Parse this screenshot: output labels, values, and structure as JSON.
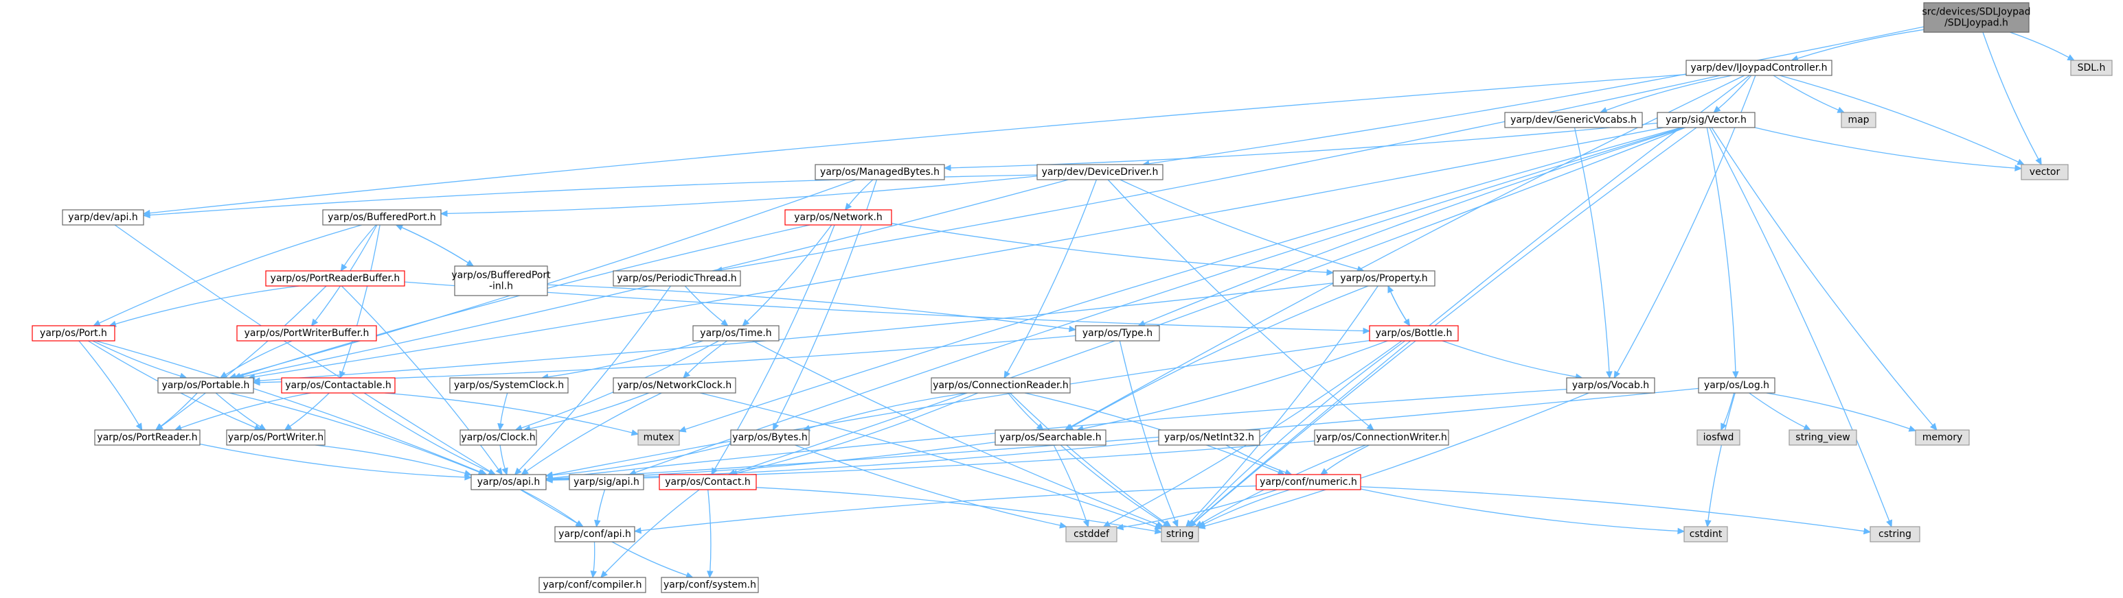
{
  "colors": {
    "edge": "#63b8ff",
    "node_fill": "#ffffff",
    "node_border": "#666666",
    "highlight_border": "#ff0000",
    "system_fill": "#e0e0e0",
    "system_border": "#999999",
    "root_fill": "#999999",
    "root_border": "#666666"
  },
  "nodes": [
    {
      "id": "root",
      "lines": [
        "src/devices/SDLJoypad",
        "/SDLJoypad.h"
      ],
      "kind": "root"
    },
    {
      "id": "ijoypad",
      "lines": [
        "yarp/dev/IJoypadController.h"
      ],
      "kind": "normal"
    },
    {
      "id": "sdl",
      "lines": [
        "SDL.h"
      ],
      "kind": "system"
    },
    {
      "id": "genericvocabs",
      "lines": [
        "yarp/dev/GenericVocabs.h"
      ],
      "kind": "normal"
    },
    {
      "id": "sigvector",
      "lines": [
        "yarp/sig/Vector.h"
      ],
      "kind": "normal"
    },
    {
      "id": "map",
      "lines": [
        "map"
      ],
      "kind": "system"
    },
    {
      "id": "vector",
      "lines": [
        "vector"
      ],
      "kind": "system"
    },
    {
      "id": "managedbytes",
      "lines": [
        "yarp/os/ManagedBytes.h"
      ],
      "kind": "normal"
    },
    {
      "id": "devicedriver",
      "lines": [
        "yarp/dev/DeviceDriver.h"
      ],
      "kind": "normal"
    },
    {
      "id": "devapi",
      "lines": [
        "yarp/dev/api.h"
      ],
      "kind": "normal"
    },
    {
      "id": "bufferedport",
      "lines": [
        "yarp/os/BufferedPort.h"
      ],
      "kind": "normal"
    },
    {
      "id": "network",
      "lines": [
        "yarp/os/Network.h"
      ],
      "kind": "highlight"
    },
    {
      "id": "bufferedportinl",
      "lines": [
        "yarp/os/BufferedPort",
        "-inl.h"
      ],
      "kind": "normal"
    },
    {
      "id": "portreaderbuffer",
      "lines": [
        "yarp/os/PortReaderBuffer.h"
      ],
      "kind": "highlight"
    },
    {
      "id": "periodicthread",
      "lines": [
        "yarp/os/PeriodicThread.h"
      ],
      "kind": "normal"
    },
    {
      "id": "property",
      "lines": [
        "yarp/os/Property.h"
      ],
      "kind": "normal"
    },
    {
      "id": "port",
      "lines": [
        "yarp/os/Port.h"
      ],
      "kind": "highlight"
    },
    {
      "id": "portwriterbuffer",
      "lines": [
        "yarp/os/PortWriterBuffer.h"
      ],
      "kind": "highlight"
    },
    {
      "id": "time",
      "lines": [
        "yarp/os/Time.h"
      ],
      "kind": "normal"
    },
    {
      "id": "type",
      "lines": [
        "yarp/os/Type.h"
      ],
      "kind": "normal"
    },
    {
      "id": "bottle",
      "lines": [
        "yarp/os/Bottle.h"
      ],
      "kind": "highlight"
    },
    {
      "id": "portable",
      "lines": [
        "yarp/os/Portable.h"
      ],
      "kind": "normal"
    },
    {
      "id": "contactable",
      "lines": [
        "yarp/os/Contactable.h"
      ],
      "kind": "highlight"
    },
    {
      "id": "systemclock",
      "lines": [
        "yarp/os/SystemClock.h"
      ],
      "kind": "normal"
    },
    {
      "id": "networkclock",
      "lines": [
        "yarp/os/NetworkClock.h"
      ],
      "kind": "normal"
    },
    {
      "id": "connectionreader",
      "lines": [
        "yarp/os/ConnectionReader.h"
      ],
      "kind": "normal"
    },
    {
      "id": "vocab",
      "lines": [
        "yarp/os/Vocab.h"
      ],
      "kind": "normal"
    },
    {
      "id": "log",
      "lines": [
        "yarp/os/Log.h"
      ],
      "kind": "normal"
    },
    {
      "id": "portreader",
      "lines": [
        "yarp/os/PortReader.h"
      ],
      "kind": "normal"
    },
    {
      "id": "portwriter",
      "lines": [
        "yarp/os/PortWriter.h"
      ],
      "kind": "normal"
    },
    {
      "id": "clock",
      "lines": [
        "yarp/os/Clock.h"
      ],
      "kind": "normal"
    },
    {
      "id": "mutex",
      "lines": [
        "mutex"
      ],
      "kind": "system"
    },
    {
      "id": "bytes",
      "lines": [
        "yarp/os/Bytes.h"
      ],
      "kind": "normal"
    },
    {
      "id": "searchable",
      "lines": [
        "yarp/os/Searchable.h"
      ],
      "kind": "normal"
    },
    {
      "id": "netint32",
      "lines": [
        "yarp/os/NetInt32.h"
      ],
      "kind": "normal"
    },
    {
      "id": "connectionwriter",
      "lines": [
        "yarp/os/ConnectionWriter.h"
      ],
      "kind": "normal"
    },
    {
      "id": "iosfwd",
      "lines": [
        "iosfwd"
      ],
      "kind": "system"
    },
    {
      "id": "string_view",
      "lines": [
        "string_view"
      ],
      "kind": "system"
    },
    {
      "id": "memory",
      "lines": [
        "memory"
      ],
      "kind": "system"
    },
    {
      "id": "osapi",
      "lines": [
        "yarp/os/api.h"
      ],
      "kind": "normal"
    },
    {
      "id": "sigapi",
      "lines": [
        "yarp/sig/api.h"
      ],
      "kind": "normal"
    },
    {
      "id": "contact",
      "lines": [
        "yarp/os/Contact.h"
      ],
      "kind": "highlight"
    },
    {
      "id": "numeric",
      "lines": [
        "yarp/conf/numeric.h"
      ],
      "kind": "highlight"
    },
    {
      "id": "confapi",
      "lines": [
        "yarp/conf/api.h"
      ],
      "kind": "normal"
    },
    {
      "id": "cstddef",
      "lines": [
        "cstddef"
      ],
      "kind": "system"
    },
    {
      "id": "string",
      "lines": [
        "string"
      ],
      "kind": "system"
    },
    {
      "id": "cstdint",
      "lines": [
        "cstdint"
      ],
      "kind": "system"
    },
    {
      "id": "cstring",
      "lines": [
        "cstring"
      ],
      "kind": "system"
    },
    {
      "id": "compiler",
      "lines": [
        "yarp/conf/compiler.h"
      ],
      "kind": "normal"
    },
    {
      "id": "system",
      "lines": [
        "yarp/conf/system.h"
      ],
      "kind": "normal"
    }
  ],
  "edges": [
    [
      "root",
      "ijoypad"
    ],
    [
      "root",
      "sdl"
    ],
    [
      "root",
      "vector"
    ],
    [
      "root",
      "devicedriver"
    ],
    [
      "ijoypad",
      "genericvocabs"
    ],
    [
      "ijoypad",
      "sigvector"
    ],
    [
      "ijoypad",
      "map"
    ],
    [
      "ijoypad",
      "vector"
    ],
    [
      "ijoypad",
      "devapi"
    ],
    [
      "ijoypad",
      "vocab"
    ],
    [
      "ijoypad",
      "string"
    ],
    [
      "ijoypad",
      "periodicthread"
    ],
    [
      "ijoypad",
      "searchable"
    ],
    [
      "genericvocabs",
      "vocab"
    ],
    [
      "sigvector",
      "vector"
    ],
    [
      "sigvector",
      "managedbytes"
    ],
    [
      "sigvector",
      "type"
    ],
    [
      "sigvector",
      "log"
    ],
    [
      "sigvector",
      "memory"
    ],
    [
      "sigvector",
      "cstring"
    ],
    [
      "sigvector",
      "string"
    ],
    [
      "sigvector",
      "portable"
    ],
    [
      "sigvector",
      "sigapi"
    ],
    [
      "sigvector",
      "contact"
    ],
    [
      "sigvector",
      "mutex"
    ],
    [
      "managedbytes",
      "bytes"
    ],
    [
      "managedbytes",
      "network"
    ],
    [
      "managedbytes",
      "portable"
    ],
    [
      "devicedriver",
      "devapi"
    ],
    [
      "devicedriver",
      "bufferedport"
    ],
    [
      "devicedriver",
      "property"
    ],
    [
      "devicedriver",
      "connectionreader"
    ],
    [
      "devicedriver",
      "connectionwriter"
    ],
    [
      "devicedriver",
      "portable"
    ],
    [
      "devapi",
      "confapi"
    ],
    [
      "bufferedport",
      "bufferedportinl"
    ],
    [
      "bufferedport",
      "portreaderbuffer"
    ],
    [
      "bufferedport",
      "portwriterbuffer"
    ],
    [
      "bufferedport",
      "port"
    ],
    [
      "bufferedport",
      "contactable"
    ],
    [
      "bufferedportinl",
      "bufferedport"
    ],
    [
      "bufferedportinl",
      "type"
    ],
    [
      "network",
      "property"
    ],
    [
      "network",
      "time"
    ],
    [
      "network",
      "portable"
    ],
    [
      "network",
      "contact"
    ],
    [
      "portreaderbuffer",
      "port"
    ],
    [
      "portreaderbuffer",
      "portreader"
    ],
    [
      "portreaderbuffer",
      "bottle"
    ],
    [
      "portreaderbuffer",
      "osapi"
    ],
    [
      "periodicthread",
      "time"
    ],
    [
      "periodicthread",
      "osapi"
    ],
    [
      "property",
      "bottle"
    ],
    [
      "property",
      "portable"
    ],
    [
      "property",
      "searchable"
    ],
    [
      "property",
      "string"
    ],
    [
      "port",
      "portable"
    ],
    [
      "port",
      "portreader"
    ],
    [
      "port",
      "portwriter"
    ],
    [
      "port",
      "osapi"
    ],
    [
      "portwriterbuffer",
      "portable"
    ],
    [
      "time",
      "systemclock"
    ],
    [
      "time",
      "networkclock"
    ],
    [
      "time",
      "clock"
    ],
    [
      "time",
      "string"
    ],
    [
      "type",
      "portable"
    ],
    [
      "type",
      "string"
    ],
    [
      "bottle",
      "property"
    ],
    [
      "bottle",
      "vocab"
    ],
    [
      "bottle",
      "searchable"
    ],
    [
      "bottle",
      "string"
    ],
    [
      "bottle",
      "cstddef"
    ],
    [
      "bottle",
      "osapi"
    ],
    [
      "portable",
      "portreader"
    ],
    [
      "portable",
      "portwriter"
    ],
    [
      "portable",
      "osapi"
    ],
    [
      "contactable",
      "portreader"
    ],
    [
      "contactable",
      "portwriter"
    ],
    [
      "contactable",
      "osapi"
    ],
    [
      "contactable",
      "mutex"
    ],
    [
      "systemclock",
      "clock"
    ],
    [
      "networkclock",
      "clock"
    ],
    [
      "networkclock",
      "osapi"
    ],
    [
      "networkclock",
      "string"
    ],
    [
      "connectionreader",
      "bytes"
    ],
    [
      "connectionreader",
      "contact"
    ],
    [
      "connectionreader",
      "searchable"
    ],
    [
      "connectionreader",
      "numeric"
    ],
    [
      "connectionreader",
      "string"
    ],
    [
      "vocab",
      "string"
    ],
    [
      "vocab",
      "osapi"
    ],
    [
      "log",
      "iosfwd"
    ],
    [
      "log",
      "string_view"
    ],
    [
      "log",
      "memory"
    ],
    [
      "log",
      "cstdint"
    ],
    [
      "log",
      "osapi"
    ],
    [
      "portreader",
      "osapi"
    ],
    [
      "portwriter",
      "osapi"
    ],
    [
      "clock",
      "osapi"
    ],
    [
      "bytes",
      "osapi"
    ],
    [
      "bytes",
      "cstddef"
    ],
    [
      "searchable",
      "osapi"
    ],
    [
      "searchable",
      "string"
    ],
    [
      "searchable",
      "cstddef"
    ],
    [
      "netint32",
      "numeric"
    ],
    [
      "netint32",
      "osapi"
    ],
    [
      "connectionwriter",
      "numeric"
    ],
    [
      "connectionwriter",
      "osapi"
    ],
    [
      "connectionwriter",
      "string"
    ],
    [
      "osapi",
      "confapi"
    ],
    [
      "sigapi",
      "confapi"
    ],
    [
      "contact",
      "string"
    ],
    [
      "contact",
      "compiler"
    ],
    [
      "contact",
      "system"
    ],
    [
      "numeric",
      "confapi"
    ],
    [
      "numeric",
      "cstddef"
    ],
    [
      "numeric",
      "cstdint"
    ],
    [
      "numeric",
      "cstring"
    ],
    [
      "numeric",
      "string"
    ],
    [
      "confapi",
      "compiler"
    ],
    [
      "confapi",
      "system"
    ]
  ]
}
